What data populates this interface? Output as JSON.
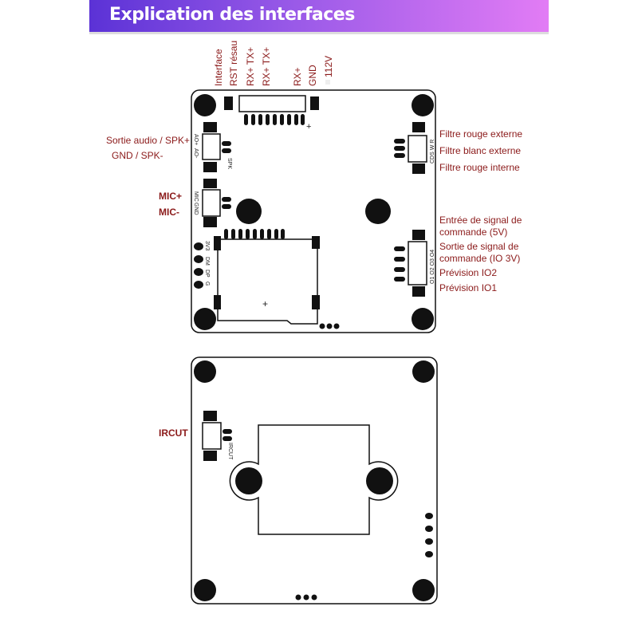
{
  "title": "Explication des interfaces",
  "top_labels": [
    "Interface",
    "RST résau",
    "RX+  TX+",
    "RX+  TX+",
    "RX+",
    "GND",
    "112V"
  ],
  "left_labels": {
    "spk_plus": "Sortie audio / SPK+",
    "spk_minus": "GND / SPK-",
    "mic_plus": "MIC+",
    "mic_minus": "MIC-",
    "ircut": "IRCUT"
  },
  "right_labels": [
    "Filtre rouge externe",
    "Filtre blanc externe",
    "Filtre rouge interne",
    "Entrée de signal de",
    "commande (5V)",
    "Sortie de signal de",
    "commande (IO 3V)",
    "Prévision IO2",
    "Prévision IO1"
  ],
  "silk": {
    "ao_plus": "AO+",
    "ao_minus": "AO-",
    "spk": "SPK",
    "mic": "MIC",
    "gnd": "GND",
    "v33": "3V3",
    "dm": "DM",
    "dp": "DP",
    "g": "G",
    "cds": "CDS W R",
    "io": "O1 O2 O3 O4",
    "ircut": "IRCUT",
    "plus": "+"
  },
  "colors": {
    "label": "#8b1a1a",
    "banner_start": "#5b32d6",
    "banner_end": "#e27cf5"
  }
}
